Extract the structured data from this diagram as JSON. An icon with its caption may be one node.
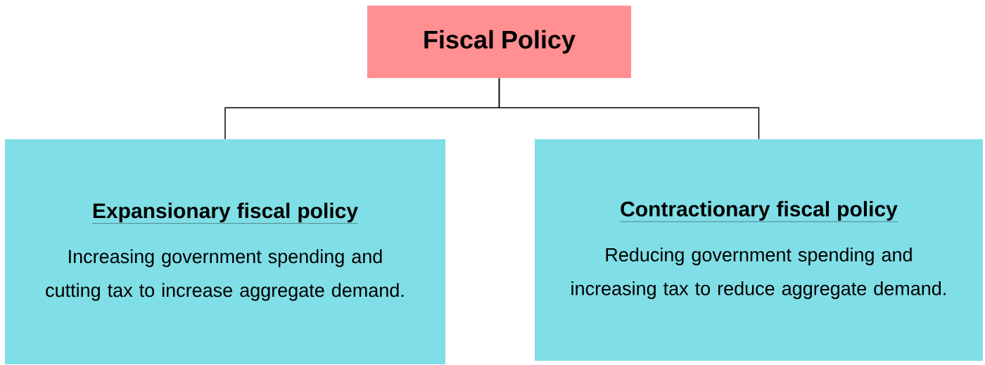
{
  "diagram": {
    "nodes": [
      {
        "text": [
          "Fiscal Policy"
        ]
      },
      {
        "text": [
          "Expansionary fiscal policy",
          "Increasing government spending and cutting tax to increase aggregate demand."
        ]
      },
      {
        "text": [
          "Contractionary fiscal policy",
          "Reducing government spending and increasing tax to reduce aggregate demand."
        ]
      }
    ],
    "edges": [
      {
        "from": 0,
        "to": 1,
        "arrow": "none"
      },
      {
        "from": 0,
        "to": 2,
        "arrow": "none"
      }
    ]
  }
}
